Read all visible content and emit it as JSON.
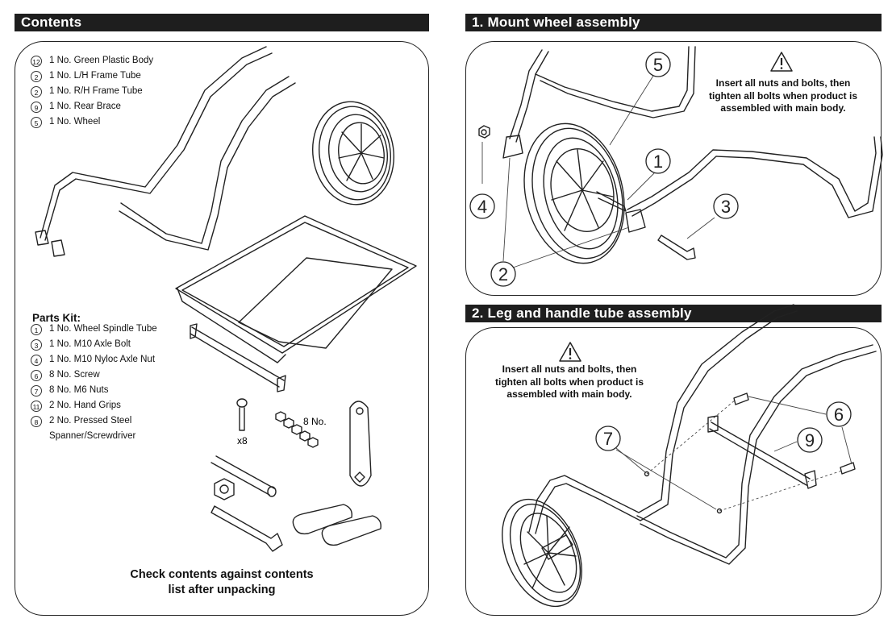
{
  "contents": {
    "title": "Contents",
    "items": [
      {
        "num": "12",
        "text": "1 No. Green Plastic Body"
      },
      {
        "num": "2",
        "text": "1 No. L/H Frame Tube"
      },
      {
        "num": "2",
        "text": "1 No. R/H Frame Tube"
      },
      {
        "num": "9",
        "text": "1 No. Rear Brace"
      },
      {
        "num": "5",
        "text": "1 No. Wheel"
      }
    ],
    "kit_title": "Parts Kit:",
    "kit_items": [
      {
        "num": "1",
        "text": "1 No. Wheel Spindle Tube"
      },
      {
        "num": "3",
        "text": "1 No. M10 Axle Bolt"
      },
      {
        "num": "4",
        "text": "1 No. M10 Nyloc Axle Nut"
      },
      {
        "num": "6",
        "text": "8 No. Screw"
      },
      {
        "num": "7",
        "text": "8 No. M6 Nuts"
      },
      {
        "num": "11",
        "text": "2 No. Hand Grips"
      },
      {
        "num": "8",
        "text": "2 No. Pressed Steel"
      }
    ],
    "kit_item_cont": "Spanner/Screwdriver",
    "screw_qty": "x8",
    "nuts_qty": "8 No.",
    "check_line1": "Check contents against contents",
    "check_line2": "list after unpacking"
  },
  "step1": {
    "title": "1. Mount wheel assembly",
    "note_line1": "Insert all nuts and bolts, then",
    "note_line2": "tighten all bolts when product is",
    "note_line3": "assembled with main body.",
    "callouts": {
      "a": "5",
      "b": "1",
      "c": "4",
      "d": "3",
      "e": "2"
    }
  },
  "step2": {
    "title": "2. Leg and handle tube assembly",
    "note_line1": "Insert all nuts and bolts, then",
    "note_line2": "tighten all bolts when product is",
    "note_line3": "assembled with main body.",
    "callouts": {
      "a": "6",
      "b": "7",
      "c": "9"
    }
  },
  "icons": [
    "warning-triangle-icon",
    "warning-triangle-icon"
  ],
  "colors": {
    "bar": "#1e1e1e",
    "line": "#222222",
    "background": "#ffffff"
  }
}
